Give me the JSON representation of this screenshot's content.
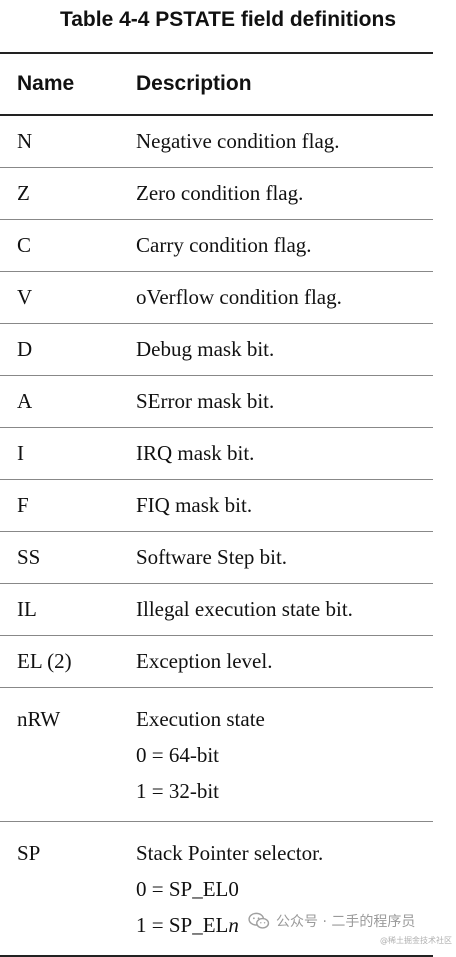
{
  "table": {
    "title": "Table 4-4 PSTATE field definitions",
    "headers": {
      "name": "Name",
      "description": "Description"
    },
    "rows": [
      {
        "name": "N",
        "desc": [
          "Negative condition flag."
        ]
      },
      {
        "name": "Z",
        "desc": [
          "Zero condition flag."
        ]
      },
      {
        "name": "C",
        "desc": [
          "Carry condition flag."
        ]
      },
      {
        "name": "V",
        "desc": [
          "oVerflow condition flag."
        ]
      },
      {
        "name": "D",
        "desc": [
          "Debug mask bit."
        ]
      },
      {
        "name": "A",
        "desc": [
          "SError mask bit."
        ]
      },
      {
        "name": "I",
        "desc": [
          "IRQ mask bit."
        ]
      },
      {
        "name": "F",
        "desc": [
          "FIQ mask bit."
        ]
      },
      {
        "name": "SS",
        "desc": [
          "Software Step bit."
        ]
      },
      {
        "name": "IL",
        "desc": [
          "Illegal execution state bit."
        ]
      },
      {
        "name": "EL (2)",
        "desc": [
          "Exception level."
        ]
      },
      {
        "name": "nRW",
        "desc": [
          "Execution state",
          "0 = 64-bit",
          "1 = 32-bit"
        ]
      },
      {
        "name": "SP",
        "desc": [
          "Stack Pointer selector.",
          "0 = SP_EL0",
          "1 = SP_EL"
        ],
        "desc_suffix_italic": "n"
      }
    ]
  },
  "watermark": {
    "text": "公众号 · 二手的程序员",
    "sub": "@稀土掘金技术社区",
    "icon": "wechat-icon"
  },
  "colors": {
    "text": "#111111",
    "rule": "#222222",
    "watermark": "#9a9a9a"
  }
}
